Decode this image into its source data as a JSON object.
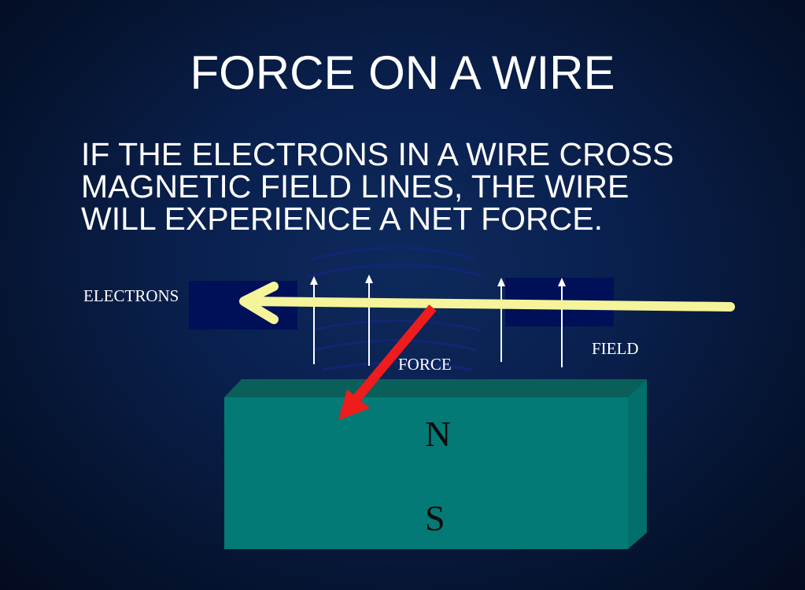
{
  "slide": {
    "title": "FORCE ON A WIRE",
    "body_lines": [
      "IF THE ELECTRONS IN A WIRE CROSS",
      "MAGNETIC FIELD LINES, THE WIRE",
      "WILL EXPERIENCE A NET FORCE."
    ]
  },
  "diagram": {
    "labels": {
      "electrons": "ELECTRONS",
      "force": "FORCE",
      "field": "FIELD",
      "north": "N",
      "south": "S"
    },
    "colors": {
      "wire": "#f6f49a",
      "force_arrow": "#ee1c1c",
      "magnet_front": "#037a76",
      "magnet_top": "#0a5f5b",
      "magnet_side": "#026f6b",
      "block": "#001058",
      "field_arrow": "#ffffff"
    }
  }
}
